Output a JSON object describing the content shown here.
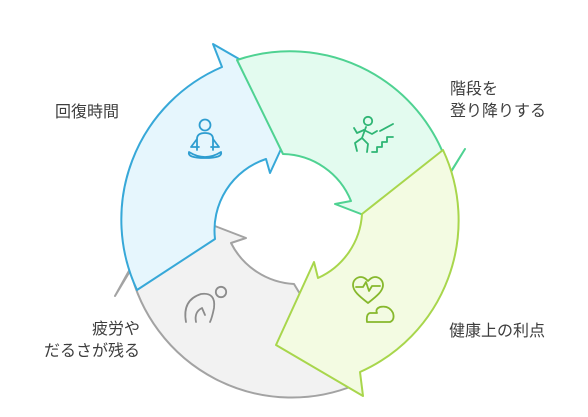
{
  "diagram": {
    "type": "cycle",
    "stages": [
      {
        "id": "recovery",
        "lines": [
          "回復時間"
        ],
        "icon": "meditation-icon",
        "fill": "#e6f6fd",
        "stroke": "#37a8d8",
        "icon_color": "#2e9dd0"
      },
      {
        "id": "stairs",
        "lines": [
          "階段を",
          "登り降りする"
        ],
        "icon": "stairs-climber-icon",
        "fill": "#e3fbef",
        "stroke": "#4fd292",
        "icon_color": "#2eb574"
      },
      {
        "id": "health",
        "lines": [
          "健康上の利点"
        ],
        "icon": "heart-muscle-icon",
        "fill": "#f3fbe2",
        "stroke": "#a8d64c",
        "icon_color": "#86b82c"
      },
      {
        "id": "fatigue",
        "lines": [
          "疲労や",
          "だるさが残る"
        ],
        "icon": "tired-person-icon",
        "fill": "#f2f2f2",
        "stroke": "#a3a3a3",
        "icon_color": "#8c8c8c"
      }
    ]
  }
}
